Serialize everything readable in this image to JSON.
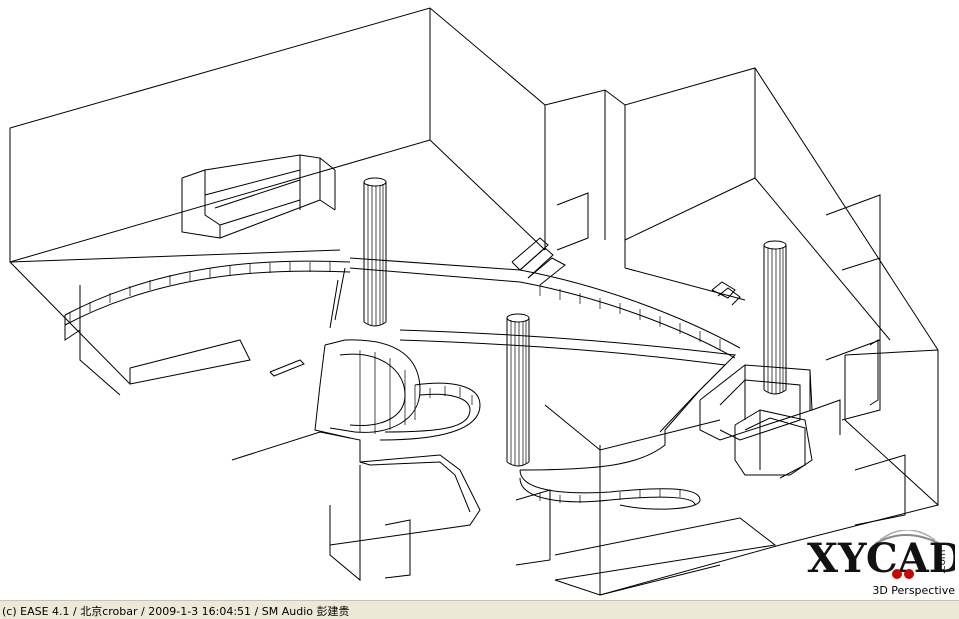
{
  "viewport": {
    "view_label": "3D Perspective",
    "background": "#ffffff",
    "line_color": "#000000"
  },
  "watermark": {
    "text": "XYCAD",
    "suffix": ".com",
    "accent": "#cc0000"
  },
  "status_bar": {
    "text": "(c) EASE 4.1  / 北京crobar  / 2009-1-3 16:04:51 / SM Audio 彭建贵"
  }
}
